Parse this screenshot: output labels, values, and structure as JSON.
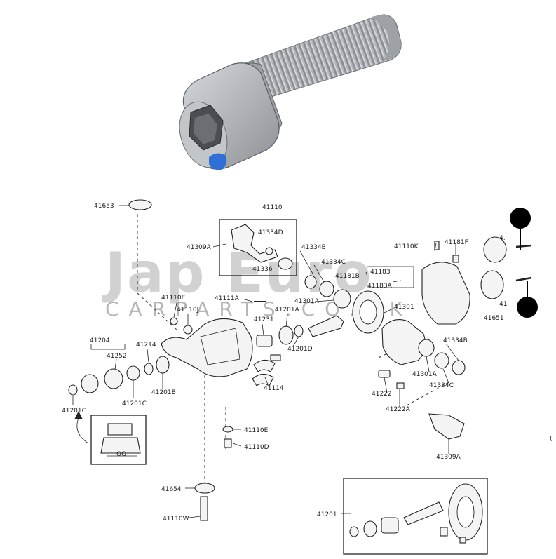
{
  "watermark": {
    "brand": "Jap Euro",
    "domain": "CARPARTS.CO.UK"
  },
  "colors": {
    "bolt_body": "#b9bcc0",
    "bolt_shadow": "#7c8085",
    "patch_blue": "#2f6fd6",
    "ink": "#1a1a1a",
    "watermark": "#7a7a7a"
  },
  "icons": {
    "hotspot_1": "black-circle-marker",
    "hotspot_2": "black-circle-marker",
    "return_arrow": "curved-arrow-icon"
  },
  "labels": {
    "l41653": "41653",
    "l41110": "41110",
    "l41334D": "41334D",
    "l41309A_top": "41309A",
    "l41336": "41336",
    "l41334B": "41334B",
    "l41334C": "41334C",
    "l41181B": "41181B",
    "l41183": "41183",
    "l41183A": "41183A",
    "l41110K": "41110K",
    "l41181F": "41181F",
    "l41_a": "4.",
    "l41_b": "41",
    "l41651": "41651",
    "l41110E_top": "41110E",
    "l41110J": "41110J",
    "l41111A": "41111A",
    "l41301A": "41301A",
    "l41201A": "41201A",
    "l41301": "41301",
    "l41231": "41231",
    "l41201D": "41201D",
    "l41204": "41204",
    "l41214": "41214",
    "l41252": "41252",
    "l41201C_r": "41201C",
    "l41201B": "41201B",
    "l41114": "41114",
    "l41201C_l": "41201C",
    "l41334B_r": "41334B",
    "l41301A_r": "41301A",
    "l41334C_r": "41334C",
    "l41222": "41222",
    "l41222A": "41222A",
    "l41309A_bot": "41309A",
    "l41110E_bot": "41110E",
    "l41110D": "41110D",
    "l41654": "41654",
    "l41110W": "41110W",
    "l41201": "41201",
    "oo": "OO",
    "edge_c": "("
  }
}
